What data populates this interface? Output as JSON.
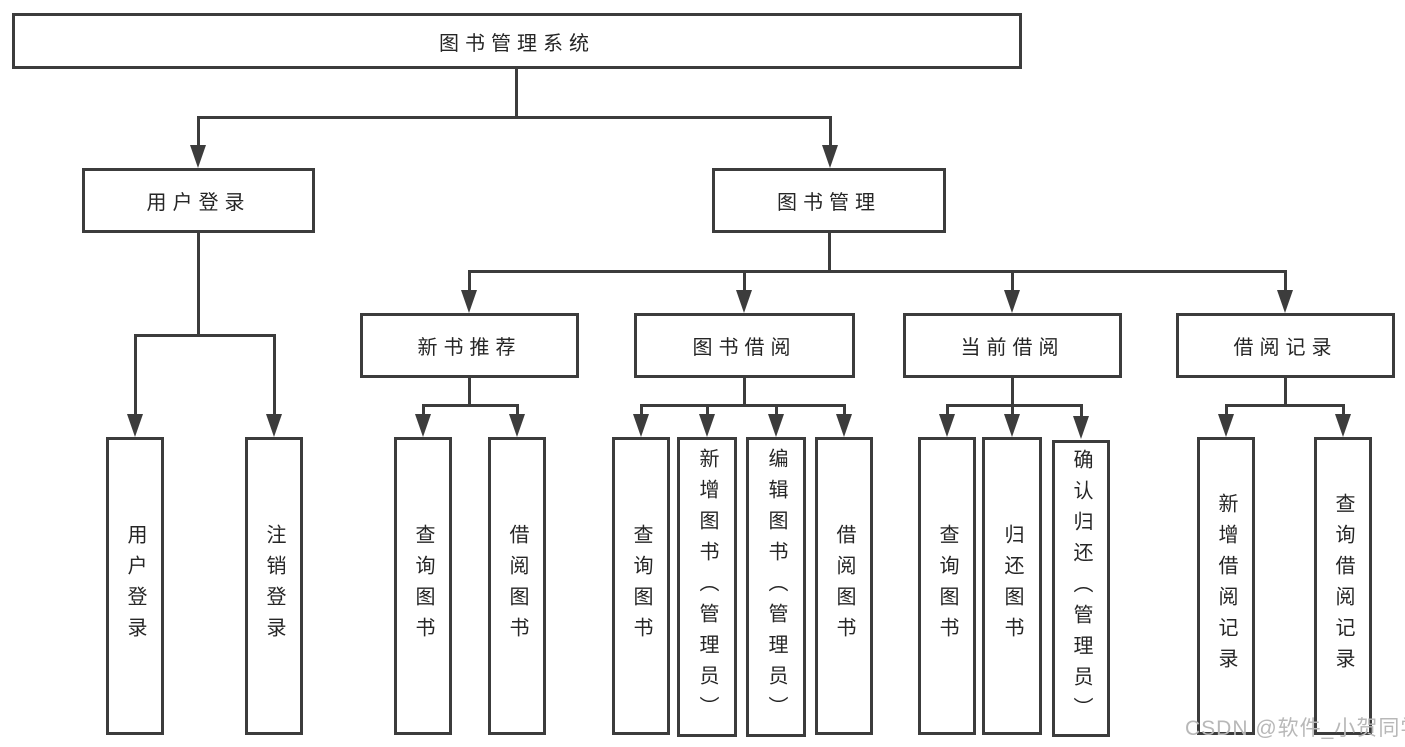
{
  "diagram": {
    "root": "图书管理系统",
    "level2": {
      "user_login": "用户登录",
      "book_management": "图书管理"
    },
    "level3": {
      "new_book_recommend": "新书推荐",
      "book_borrow": "图书借阅",
      "current_borrow": "当前借阅",
      "borrow_record": "借阅记录"
    },
    "leaves": {
      "user_login_children": [
        "用户登录",
        "注销登录"
      ],
      "new_book_recommend_children": [
        "查询图书",
        "借阅图书"
      ],
      "book_borrow_children": [
        "查询图书",
        "新增图书（管理员）",
        "编辑图书（管理员）",
        "借阅图书"
      ],
      "current_borrow_children": [
        "查询图书",
        "归还图书",
        "确认归还（管理员）"
      ],
      "borrow_record_children": [
        "新增借阅记录",
        "查询借阅记录"
      ]
    }
  },
  "watermark": "CSDN @软件_小贺同学",
  "colors": {
    "line": "#3c3c3c",
    "text": "#262626",
    "watermark": "#b8b8b8",
    "background": "#ffffff"
  }
}
